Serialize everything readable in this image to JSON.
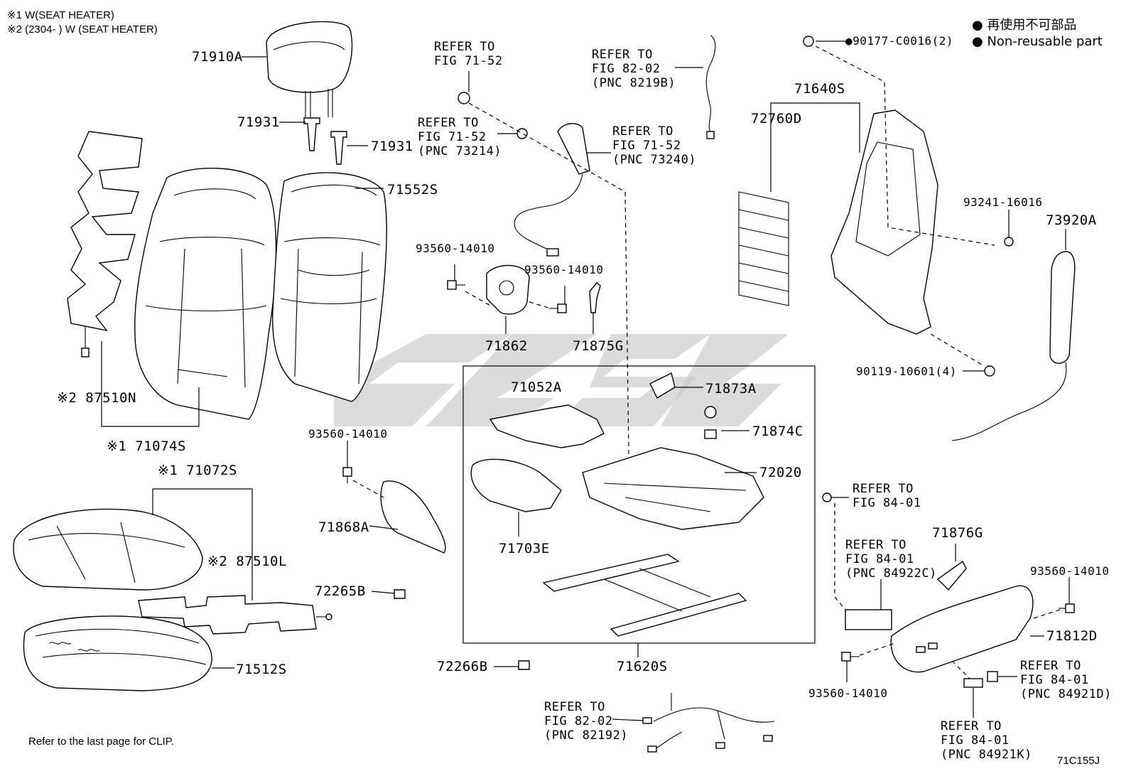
{
  "notes": {
    "note1": "※1 W(SEAT HEATER)",
    "note2": "※2 (2304-      ) W (SEAT HEATER)",
    "bottom_note": "Refer to the last page for CLIP.",
    "figure_code": "71C155J"
  },
  "legend": {
    "japanese": "再使用不可部品",
    "english": "Non-reusable part"
  },
  "parts": {
    "p71910A": "71910A",
    "p71931a": "71931",
    "p71931b": "71931",
    "p71552S": "71552S",
    "p87510N": "※2 87510N",
    "p71074S": "※1 71074S",
    "p71072S": "※1 71072S",
    "p87510L": "※2 87510L",
    "p71512S": "71512S",
    "p71862": "71862",
    "p71875G": "71875G",
    "p93560a": "93560-14010",
    "p93560b": "93560-14010",
    "p93560c": "93560-14010",
    "p93560d": "93560-14010",
    "p93560e": "93560-14010",
    "p71868A": "71868A",
    "p72265B": "72265B",
    "p72266B": "72266B",
    "p71052A": "71052A",
    "p71873A": "71873A",
    "p71874C": "71874C",
    "p72020": "72020",
    "p71703E": "71703E",
    "p71620S": "71620S",
    "p71640S": "71640S",
    "p72760D": "72760D",
    "p90177": "●90177-C0016(2)",
    "p93241": "93241-16016",
    "p73920A": "73920A",
    "p90119": "90119-10601(4)",
    "p71876G": "71876G",
    "p71812D": "71812D"
  },
  "refs": {
    "r1": "REFER TO\nFIG 71-52",
    "r2": "REFER TO\nFIG 71-52\n(PNC 73214)",
    "r3": "REFER TO\nFIG 71-52\n(PNC 73240)",
    "r4": "REFER TO\nFIG 82-02\n(PNC 8219B)",
    "r5": "REFER TO\nFIG 84-01",
    "r6": "REFER TO\nFIG 84-01\n(PNC 84922C)",
    "r7": "REFER TO\nFIG 84-01\n(PNC 84921D)",
    "r8": "REFER TO\nFIG 84-01\n(PNC 84921K)",
    "r9": "REFER TO\nFIG 82-02\n(PNC 82192)"
  }
}
